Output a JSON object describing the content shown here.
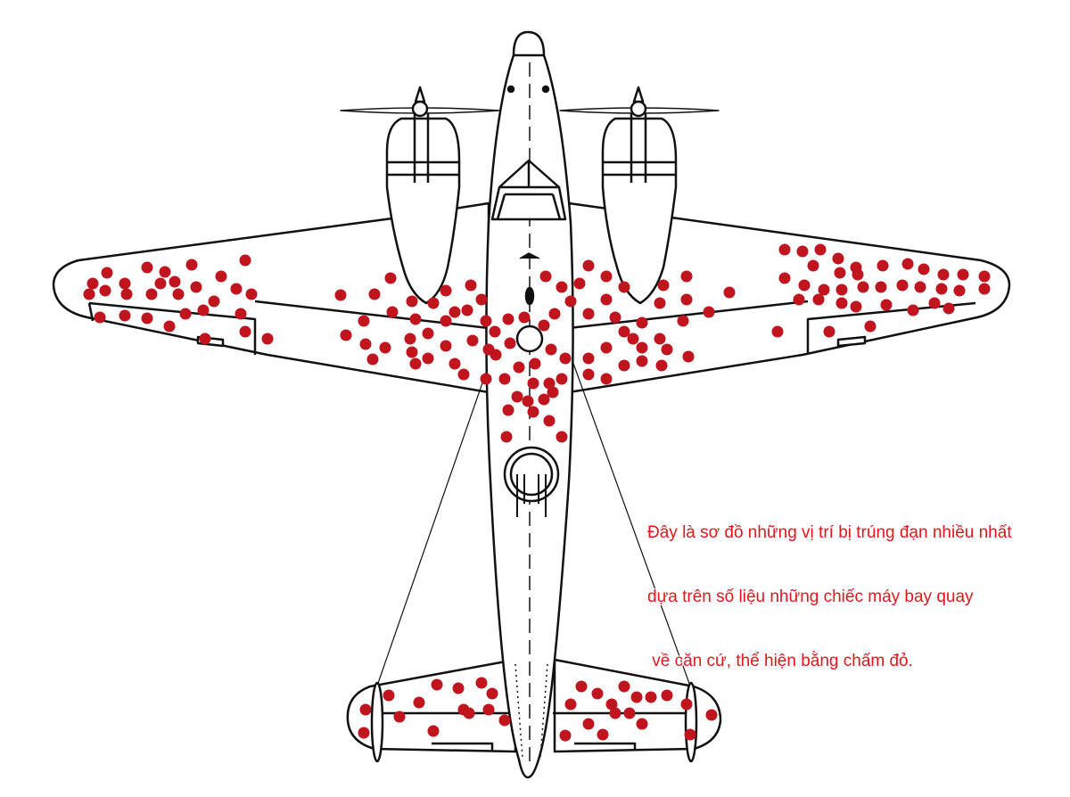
{
  "caption": {
    "lines": [
      "Đây là sơ đồ những vị trí bị trúng đạn nhiều nhất",
      "dựa trên số liệu những chiếc máy bay quay",
      " về căn cứ, thể hiện bằng chấm đỏ."
    ],
    "color": "#e8141c"
  },
  "colors": {
    "outline": "#111111",
    "hit_dot": "#c0141e",
    "background": "#ffffff"
  }
}
